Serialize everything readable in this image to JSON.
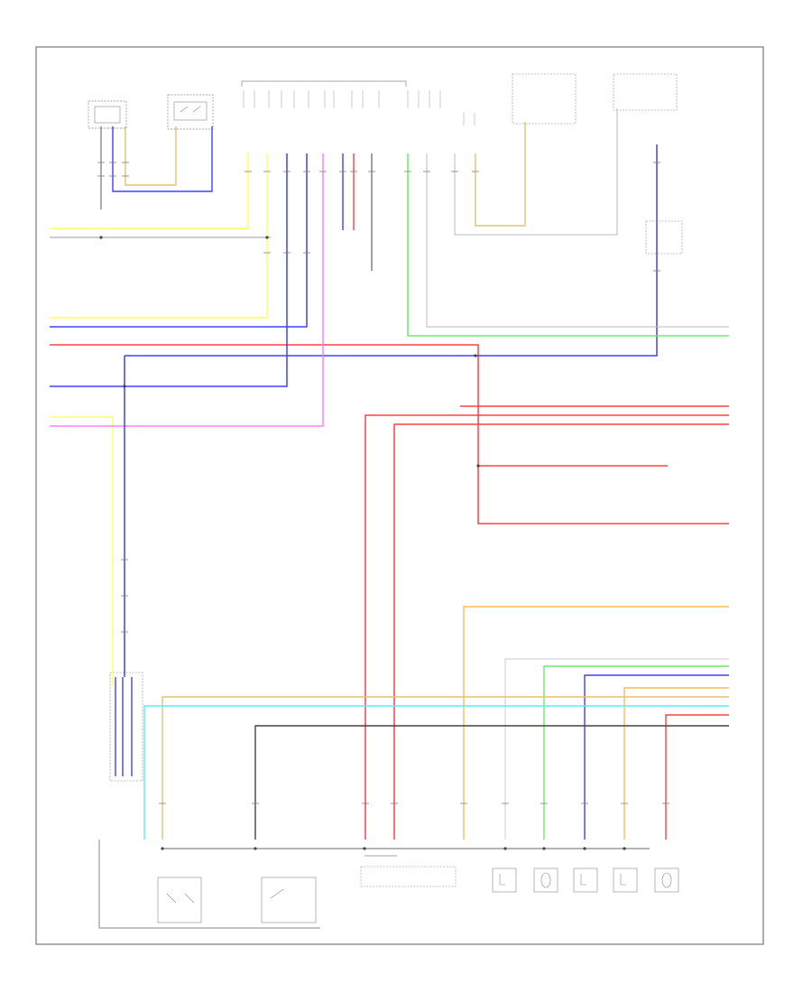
{
  "diagram": {
    "footer_code": "",
    "colors": {
      "yellow": "#ffff66",
      "blue": "#4040ff",
      "red": "#ff4040",
      "pink": "#ff80ff",
      "green": "#66ee66",
      "orange": "#ffbb55",
      "tan": "#e8c070",
      "cyan": "#55eeff",
      "gray": "#888888",
      "dark": "#333333",
      "frame": "#666666"
    },
    "components": [
      {
        "id": "tl-connector",
        "label": ""
      },
      {
        "id": "tl-relay",
        "label": ""
      },
      {
        "id": "top-center-module",
        "label": ""
      },
      {
        "id": "top-right-fuse-1",
        "label": ""
      },
      {
        "id": "top-right-fuse-2",
        "label": ""
      },
      {
        "id": "right-relay-box",
        "label": ""
      },
      {
        "id": "left-joint-connector",
        "label": ""
      },
      {
        "id": "bottom-switch-1",
        "label": ""
      },
      {
        "id": "bottom-switch-2",
        "label": ""
      },
      {
        "id": "bottom-switch-3",
        "label": ""
      },
      {
        "id": "bottom-sensor-1",
        "label": ""
      },
      {
        "id": "bottom-sensor-2",
        "label": ""
      },
      {
        "id": "bottom-sensor-3",
        "label": ""
      },
      {
        "id": "bottom-sensor-4",
        "label": ""
      },
      {
        "id": "bottom-sensor-5",
        "label": ""
      },
      {
        "id": "right-ground-label",
        "label": ""
      }
    ]
  }
}
